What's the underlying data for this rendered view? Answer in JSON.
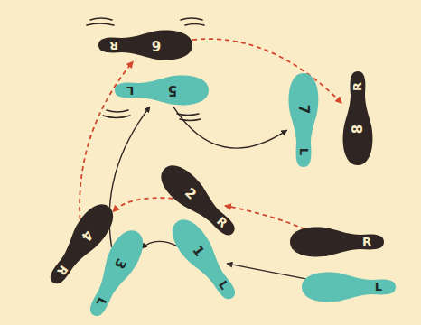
{
  "diagram": {
    "nodes": [
      {
        "text": [
          "1",
          "L"
        ]
      },
      {
        "text": [
          "2",
          "R"
        ]
      },
      {
        "text": [
          "3",
          "L"
        ]
      },
      {
        "text": [
          "4",
          "R"
        ]
      },
      {
        "text": [
          "5",
          "L"
        ]
      },
      {
        "text": [
          "6",
          "R"
        ]
      },
      {
        "text": [
          "7",
          "L"
        ]
      },
      {
        "text": [
          "8",
          "R"
        ]
      },
      {
        "text": [
          "R"
        ]
      },
      {
        "text": [
          "L"
        ]
      }
    ],
    "edges": [
      {
        "from": 9,
        "to": 0,
        "arrow": "to"
      },
      {
        "from": 0,
        "to": 2,
        "arrow": "to"
      },
      {
        "from": 2,
        "to": 4,
        "arrow": "to"
      },
      {
        "from": 4,
        "to": 6,
        "arrow": "to"
      },
      {
        "from": 8,
        "to": 1,
        "arrow": "to"
      },
      {
        "from": 1,
        "to": 3,
        "arrow": "to"
      },
      {
        "from": 3,
        "to": 5,
        "arrow": "to"
      },
      {
        "from": 5,
        "to": 7,
        "arrow": "to"
      }
    ]
  }
}
